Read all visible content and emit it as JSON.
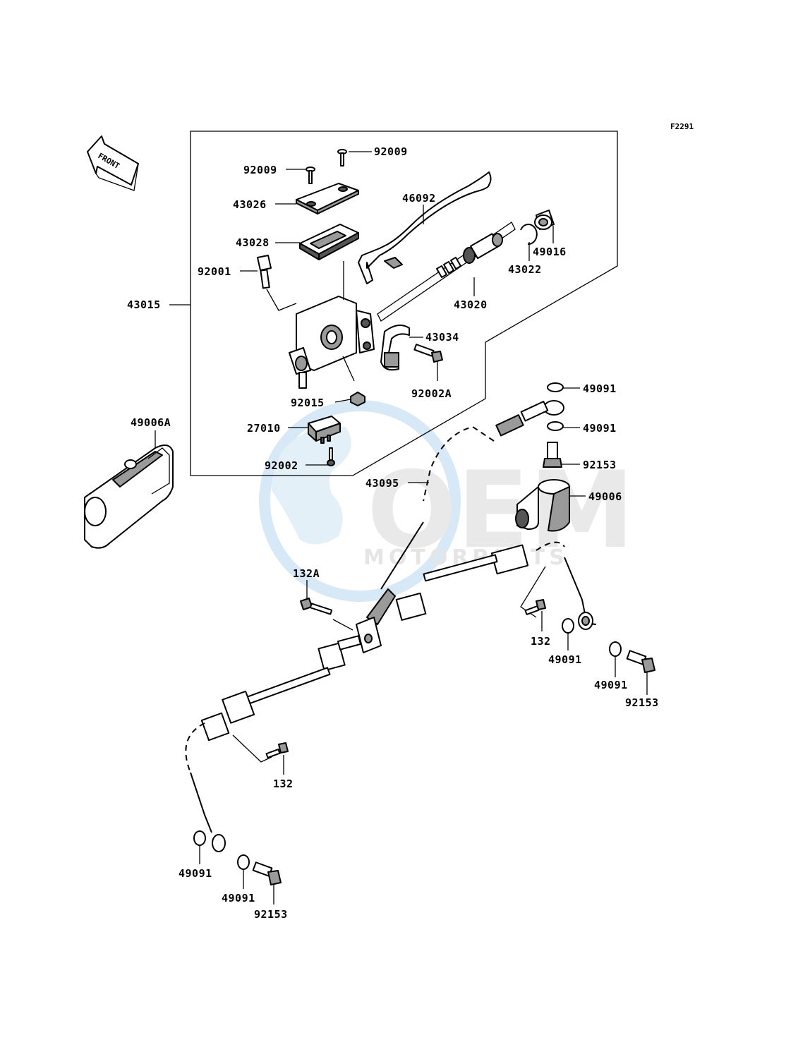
{
  "figure_code": "F2291",
  "front_arrow": {
    "label": "FRONT"
  },
  "watermark": {
    "brand": "OEM",
    "sub": "MOTORPARTS"
  },
  "labels": {
    "p92009_top": "92009",
    "p92009_left": "92009",
    "p43026": "43026",
    "p43028": "43028",
    "p92001": "92001",
    "p43015": "43015",
    "p46092": "46092",
    "p43022": "43022",
    "p49016": "49016",
    "p43020": "43020",
    "p43034": "43034",
    "p92002A": "92002A",
    "p92015": "92015",
    "p27010": "27010",
    "p92002": "92002",
    "p49006A": "49006A",
    "p49091_a": "49091",
    "p49091_b": "49091",
    "p92153_a": "92153",
    "p43095": "43095",
    "p49006": "49006",
    "p132A": "132A",
    "p132_right": "132",
    "p49091_c": "49091",
    "p49091_d": "49091",
    "p92153_b": "92153",
    "p132_left": "132",
    "p49091_e": "49091",
    "p49091_f": "49091",
    "p92153_c": "92153"
  }
}
